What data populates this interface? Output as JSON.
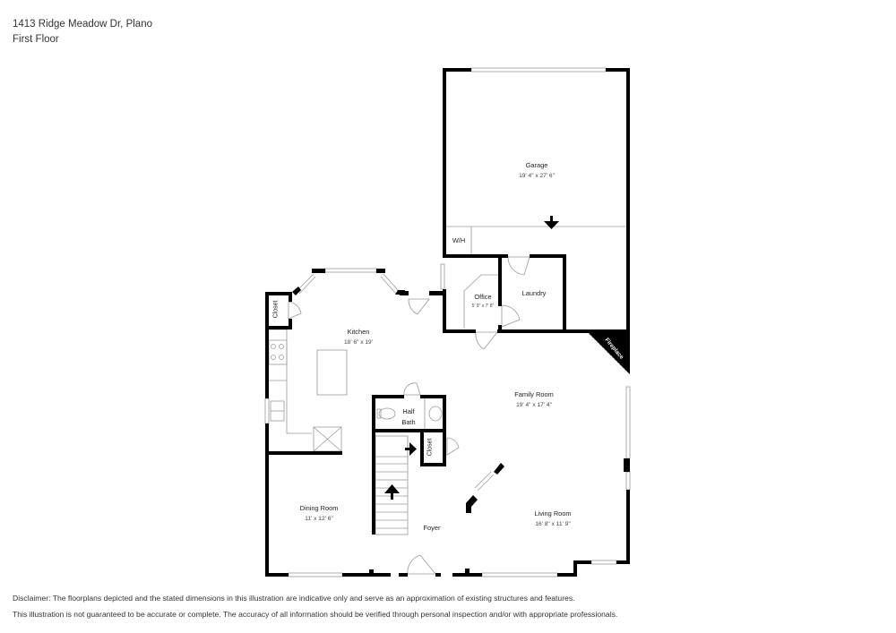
{
  "header": {
    "address": "1413 Ridge Meadow Dr, Plano",
    "floor": "First Floor"
  },
  "rooms": {
    "garage": {
      "name": "Garage",
      "dims": "19' 4\" x 27' 6\""
    },
    "wh": {
      "name": "W/H"
    },
    "office": {
      "name": "Office",
      "dims": "5' 9\" x 7' 8\""
    },
    "laundry": {
      "name": "Laundry"
    },
    "kitchen": {
      "name": "Kitchen",
      "dims": "18' 6\" x 19'"
    },
    "kitchen_closet": {
      "name": "Closet"
    },
    "half_bath": {
      "name_line1": "Half",
      "name_line2": "Bath"
    },
    "foyer_closet": {
      "name": "Closet"
    },
    "family_room": {
      "name": "Family Room",
      "dims": "19' 4\" x 17' 4\""
    },
    "fireplace": {
      "name": "Fireplace"
    },
    "dining_room": {
      "name": "Dining Room",
      "dims": "11' x 12' 6\""
    },
    "foyer": {
      "name": "Foyer"
    },
    "living_room": {
      "name": "Living Room",
      "dims": "16' 8\" x 11' 9\""
    }
  },
  "disclaimer": {
    "line1": "Disclaimer: The floorplans depicted and the stated dimensions in this illustration are indicative only and serve as an approximation of existing structures and features.",
    "line2": "This illustration is not guaranteed to be accurate or complete. The accuracy of all information should be verified through personal inspection and/or with appropriate professionals."
  },
  "colors": {
    "wall": "#000000",
    "fixture": "#9a9a9a",
    "text": "#333333"
  }
}
